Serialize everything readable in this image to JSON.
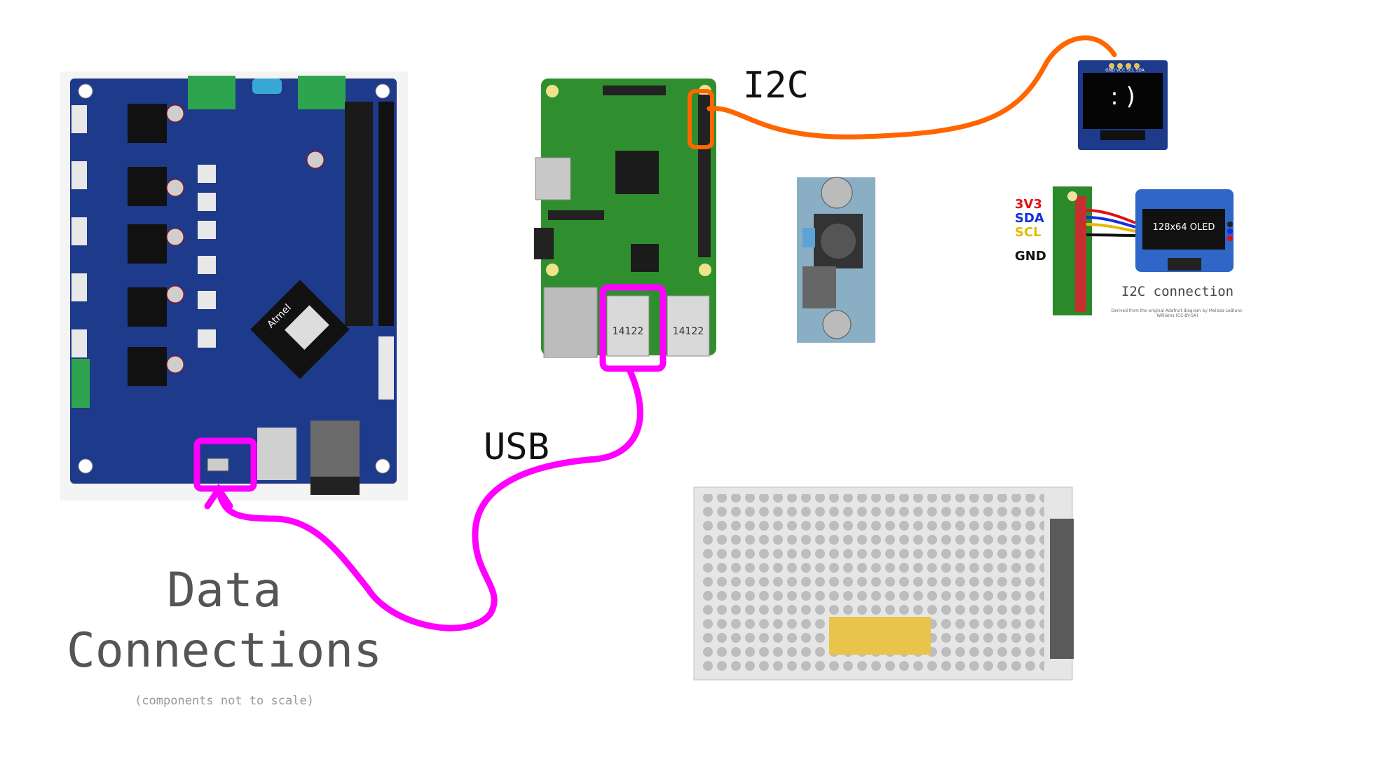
{
  "title_line1": "Data",
  "title_line2": "Connections",
  "subtitle": "(components not to scale)",
  "labels": {
    "i2c": "I2C",
    "usb": "USB"
  },
  "oled": {
    "face": ": )",
    "pins": "GND VCC SCL SDA"
  },
  "i2c_diagram": {
    "pins": [
      {
        "name": "3V3",
        "color": "#e01010"
      },
      {
        "name": "SDA",
        "color": "#1030e0"
      },
      {
        "name": "SCL",
        "color": "#e6b800"
      },
      {
        "name": "GND",
        "color": "#111111"
      }
    ],
    "screen_label": "128x64 OLED",
    "caption": "I2C connection",
    "credit": "Derived from the original Adafruit diagram by Melissa LeBlanc-Williams (CC-BY-SA)"
  },
  "rpi_usb_text": "14122",
  "colors": {
    "usb_cable": "#ff00ff",
    "i2c_cable": "#ff6600",
    "board_blue": "#1e3a8a",
    "pcb_green": "#2f8f2f"
  }
}
